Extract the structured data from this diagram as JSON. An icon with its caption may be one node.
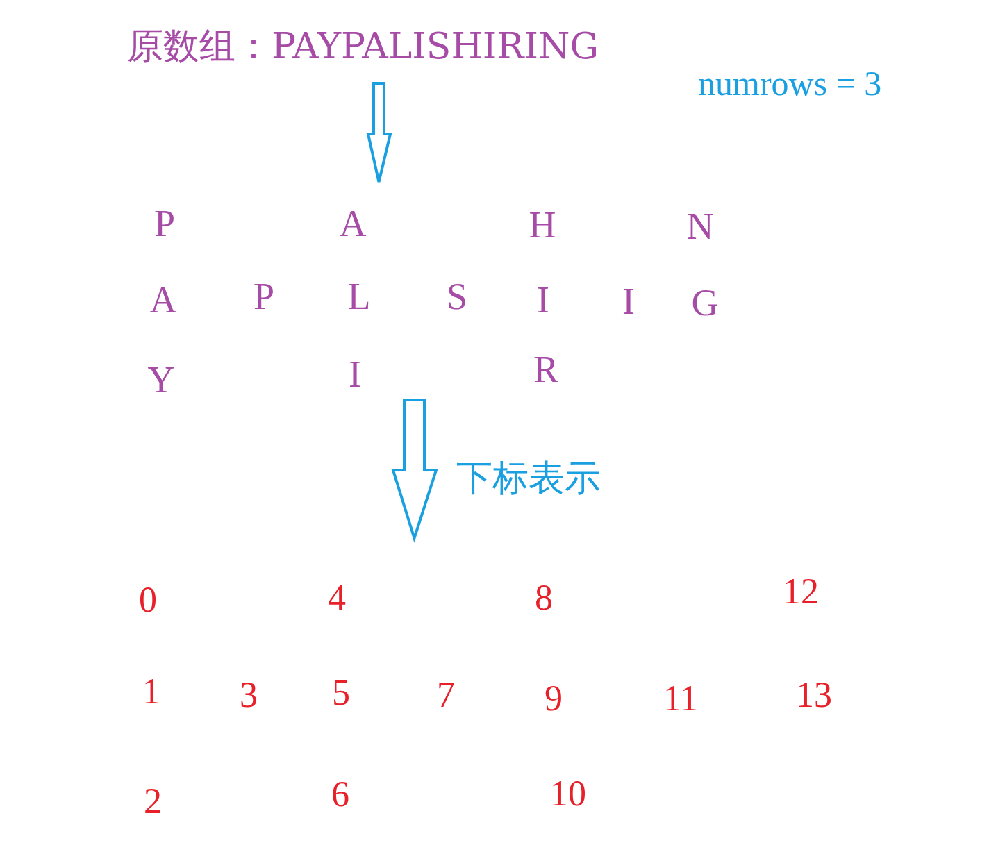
{
  "diagram": {
    "nodes": [
      {
        "text": [
          "原数组：PAYPALISHIRING"
        ]
      },
      {
        "text": [
          "P",
          "A",
          "H",
          "N",
          "A",
          "P",
          "L",
          "S",
          "I",
          "I",
          "G",
          "Y",
          "I",
          "R"
        ]
      },
      {
        "text": [
          "0",
          "4",
          "8",
          "12",
          "1",
          "3",
          "5",
          "7",
          "9",
          "11",
          "13",
          "2",
          "6",
          "10"
        ]
      }
    ],
    "edges": [
      {
        "from": 0,
        "to": 1,
        "arrow": "to"
      },
      {
        "from": 1,
        "to": 2,
        "arrow": "to",
        "label": "下标表示"
      }
    ],
    "labels": [
      "numrows = 3"
    ]
  }
}
